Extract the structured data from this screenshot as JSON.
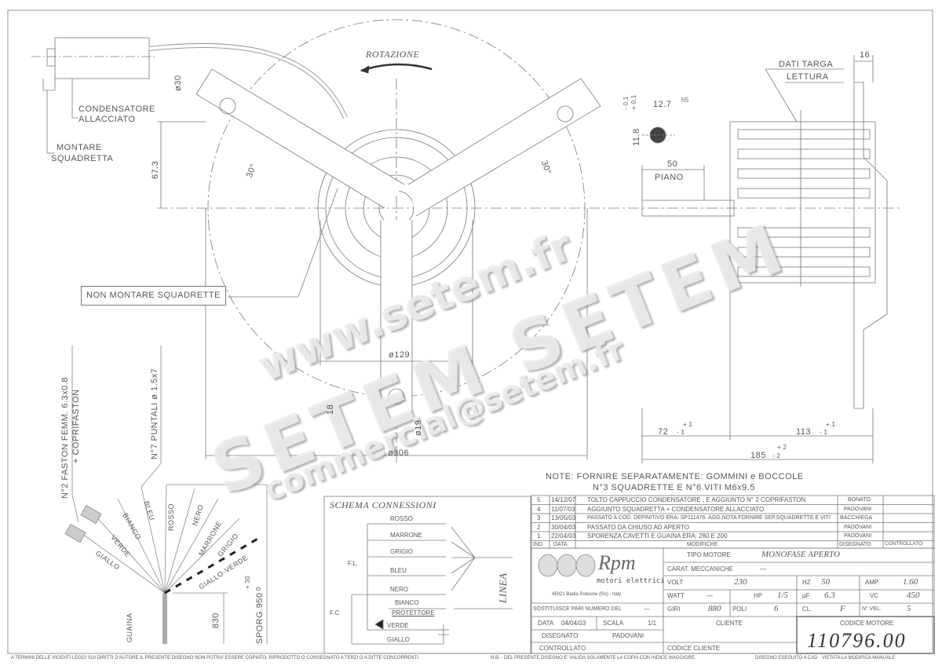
{
  "drawing": {
    "rotation_label": "ROTAZIONE",
    "capacitor": {
      "label_1": "CONDENSATORE",
      "label_2": "ALLACCIATO",
      "bracket_1": "MONTARE",
      "bracket_2": "SQUADRETTA"
    },
    "front_view": {
      "arm_dia": "ø30",
      "height": "67.3",
      "angle_left": "30°",
      "angle_right": "30°",
      "no_bracket_note": "NON MONTARE SQUADRETTE",
      "dia_129": "ø129",
      "dim_18": "18",
      "dia_19": "ø19",
      "dia_306": "ø306"
    },
    "side_view": {
      "shaft_dia": "12.7",
      "shaft_tol": "h5",
      "flat": "11.8",
      "flat_tol_1": "- 0.1",
      "flat_tol_2": "+ 0.1",
      "flat_len": "50",
      "flat_label": "PIANO",
      "plate_1": "DATI TARGA",
      "plate_2": "LETTURA",
      "bracket_w": "16",
      "dim_72": "72",
      "dim_72_tol_up": "+ 1",
      "dim_72_tol_dn": "- 1",
      "dim_113": "113",
      "dim_113_tol_up": "+ 1",
      "dim_113_tol_dn": "- 1",
      "dim_185": "185",
      "dim_185_tol_up": "+ 2",
      "dim_185_tol_dn": "- 2"
    },
    "wires": {
      "faston_note_1": "N°2 FASTON FEMM. 6.3x0.8",
      "faston_note_2": "+ COPRIFASTON",
      "puntali_note": "N°7 PUNTALI ø 1.5x7",
      "colors": [
        "GIALLO",
        "VERDE",
        "BIANCO",
        "BLEU",
        "ROSSO",
        "NERO",
        "MARRONE",
        "GRIGIO",
        "GIALLO-VERDE"
      ],
      "sheath": "GUAINA",
      "len_830": "830",
      "sporg": "SPORG.950",
      "sporg_tol_1": "+ 30",
      "sporg_tol_2": "0"
    }
  },
  "watermark": {
    "line_1": "www.setem.fr",
    "line_2": "SETEM SETEM",
    "line_3": "commercial@setem.fr"
  },
  "note": {
    "line_1": "NOTE: FORNIRE SEPARATAMENTE: GOMMINI e BOCCOLE",
    "line_2": "N°3 SQUADRETTE  E N°6 VITI M6x9.5"
  },
  "schema": {
    "title": "SCHEMA CONNESSIONI",
    "wires": [
      "ROSSO",
      "MARRONE",
      "GRIGIO",
      "BLEU",
      "NERO",
      "BIANCO",
      "PROTETTORE",
      "VERDE",
      "GIALLO"
    ],
    "fl": "F.L.",
    "fc": "F.C.",
    "line": "LINEA"
  },
  "revisions": {
    "headers": [
      "IND",
      "DATA",
      "MODIFICHE",
      "DISEGNATO",
      "CONTROLLATO"
    ],
    "rows": [
      {
        "ind": "5",
        "date": "14/12/07",
        "desc": "TOLTO CAPPUCCIO CONDENSATORE , E AGGIUNTO N° 2 COPRIFASTON",
        "by": "BONATO",
        "checked": ""
      },
      {
        "ind": "4",
        "date": "11/07/03",
        "desc": "AGGIUNTO SQUADRETTA + CONDENSATORE ALLACCIATO",
        "by": "PADOVANI",
        "checked": ""
      },
      {
        "ind": "3",
        "date": "13/05/03",
        "desc": "PASSATO A COD. DEFINITIVO ERA: SP111476- AGG.NOTA FORNIRE SEP.SQUADRETTE E VITI",
        "by": "BACCHIEGA",
        "checked": ""
      },
      {
        "ind": "2",
        "date": "30/04/03",
        "desc": "PASSATO DA CHIUSO AD APERTO",
        "by": "PADOVANI",
        "checked": ""
      },
      {
        "ind": "1",
        "date": "22/04/03",
        "desc": "SPORENZA CAVETTI E GUAINA ERA: 280 E 200",
        "by": "PADOVANI",
        "checked": ""
      }
    ]
  },
  "title_block": {
    "logo": {
      "brand": "Rpm",
      "subtitle": "motori elettrici",
      "address": "45021 Badia Polesine (Ro) - Italy"
    },
    "tipo_motore_label": "TIPO MOTORE",
    "tipo_motore": "MONOFASE APERTO",
    "carat_label": "CARAT. MECCANICHE",
    "carat": "—",
    "volt_label": "VOLT",
    "volt": "230",
    "hz_label": "HZ",
    "hz": "50",
    "amp_label": "AMP.",
    "amp": "1.60",
    "watt_label": "WATT",
    "watt": "—",
    "hp_label": "HP",
    "hp": "1/5",
    "uf_label": "µF",
    "uf": "6.3",
    "vc_label": "VC",
    "vc": "450",
    "giri_label": "GIRI",
    "giri": "880",
    "poli_label": "POLI",
    "poli": "6",
    "cl_label": "CL.",
    "cl": "F",
    "nvel_label": "N° VEL.",
    "nvel": "5",
    "sostituisce_label": "SOSTITUISCE PARI NUMERO DEL",
    "sostituisce": "—",
    "data_label": "DATA",
    "data": "04/04/03",
    "scala_label": "SCALA",
    "scala": "1/1",
    "disegnato_label": "DISEGNATO",
    "disegnato": "PADOVANI",
    "controllato_label": "CONTROLLATO",
    "cliente_label": "CLIENTE",
    "codice_cliente_label": "CODICE CLIENTE",
    "codice_motore_label": "CODICE MOTORE",
    "codice_motore": "110796.00"
  },
  "footer": {
    "copyright": "A TERMINI DELLE VIGENTI LEGGI SUI DIRITTI D'AUTORE IL PRESENTE DISEGNO NON POTRA' ESSERE COPIATO, RIPRODOTTO O CONSEGNATO A TERZI O A DITTE CONCORRENTI.",
    "validity": "N.B. - DEL PRESENTE DISEGNO E' VALIDA SOLAMENTE LA COPIA CON INDICE MAGGIORE.",
    "cad": "DISEGNO ESEGUITO A CAD - VIETATA LA MODIFICA MANUALE"
  }
}
